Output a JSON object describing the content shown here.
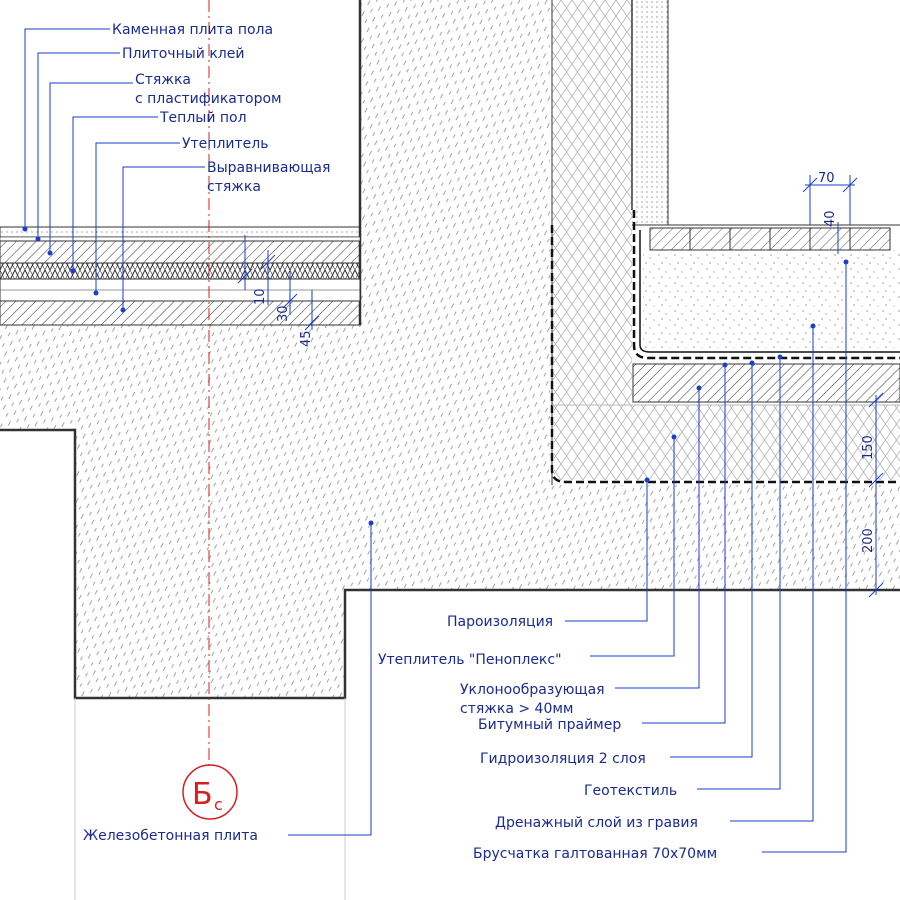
{
  "left_floor_labels": [
    "Каменная плита пола",
    "Плиточный клей",
    "Стяжка",
    "с пластификатором",
    "Теплый пол",
    "Утеплитель",
    "Выравнивающая",
    "стяжка"
  ],
  "left_dims": [
    "10",
    "30",
    "45"
  ],
  "right_dims": [
    "70",
    "40",
    "150",
    "200"
  ],
  "roof_labels": [
    "Пароизоляция",
    "Утеплитель \"Пеноплекс\"",
    "Уклонообразующая",
    "стяжка > 40мм",
    "Битумный праймер",
    "Гидроизоляция 2 слоя",
    "Геотекстиль",
    "Дренажный слой из гравия",
    "Брусчатка галтованная 70х70мм"
  ],
  "slab_label": "Железобетонная плита",
  "axis": {
    "letter": "Б",
    "sub": "с"
  },
  "colors": {
    "leader": "#1a3fcc",
    "text": "#1a2b8f",
    "axis": "#d42020",
    "outline": "#333333"
  }
}
